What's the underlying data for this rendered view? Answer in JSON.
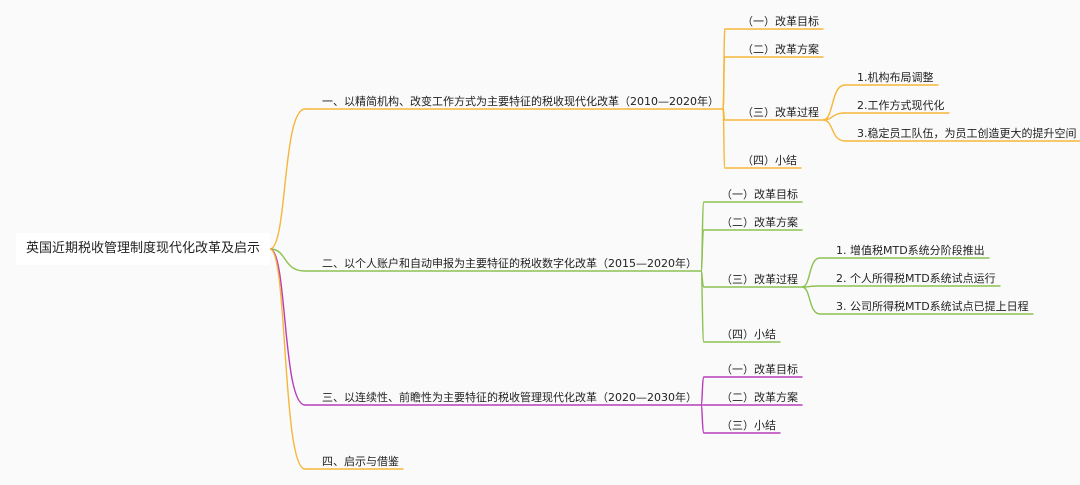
{
  "root": "英国近期税收管理制度现代化改革及启示",
  "colors": {
    "orange": "#f6b63a",
    "green": "#8cc152",
    "purple": "#b83dba"
  },
  "branches": [
    {
      "label": "一、以精简机构、改变工作方式为主要特征的税收现代化改革（2010—2020年）",
      "children": [
        {
          "label": "（一）改革目标"
        },
        {
          "label": "（二）改革方案"
        },
        {
          "label": "（三）改革过程",
          "children": [
            {
              "label": "1.机构布局调整"
            },
            {
              "label": "2.工作方式现代化"
            },
            {
              "label": "3.稳定员工队伍，为员工创造更大的提升空间"
            }
          ]
        },
        {
          "label": "（四）小结"
        }
      ]
    },
    {
      "label": "二、以个人账户和自动申报为主要特征的税收数字化改革（2015—2020年）",
      "children": [
        {
          "label": "（一）改革目标"
        },
        {
          "label": "（二）改革方案"
        },
        {
          "label": "（三）改革过程",
          "children": [
            {
              "label": "1. 增值税MTD系统分阶段推出"
            },
            {
              "label": "2. 个人所得税MTD系统试点运行"
            },
            {
              "label": "3. 公司所得税MTD系统试点已提上日程"
            }
          ]
        },
        {
          "label": "（四）小结"
        }
      ]
    },
    {
      "label": "三、以连续性、前瞻性为主要特征的税收管理现代化改革（2020—2030年）",
      "children": [
        {
          "label": "（一）改革目标"
        },
        {
          "label": "（二）改革方案"
        },
        {
          "label": "（三）小结"
        }
      ]
    },
    {
      "label": "四、启示与借鉴"
    }
  ]
}
